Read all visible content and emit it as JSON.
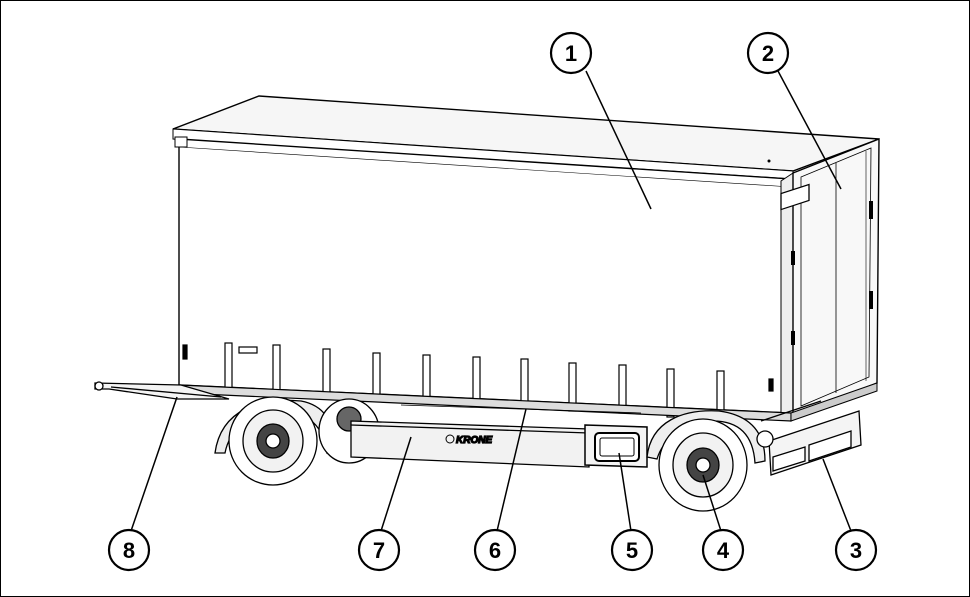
{
  "callouts": [
    {
      "id": "1",
      "label": "1"
    },
    {
      "id": "2",
      "label": "2"
    },
    {
      "id": "3",
      "label": "3"
    },
    {
      "id": "4",
      "label": "4"
    },
    {
      "id": "5",
      "label": "5"
    },
    {
      "id": "6",
      "label": "6"
    },
    {
      "id": "7",
      "label": "7"
    },
    {
      "id": "8",
      "label": "8"
    }
  ],
  "brand_text": "KRONE",
  "colors": {
    "line": "#000000",
    "background": "#ffffff",
    "canvas_fill": "#f4f4f4"
  }
}
